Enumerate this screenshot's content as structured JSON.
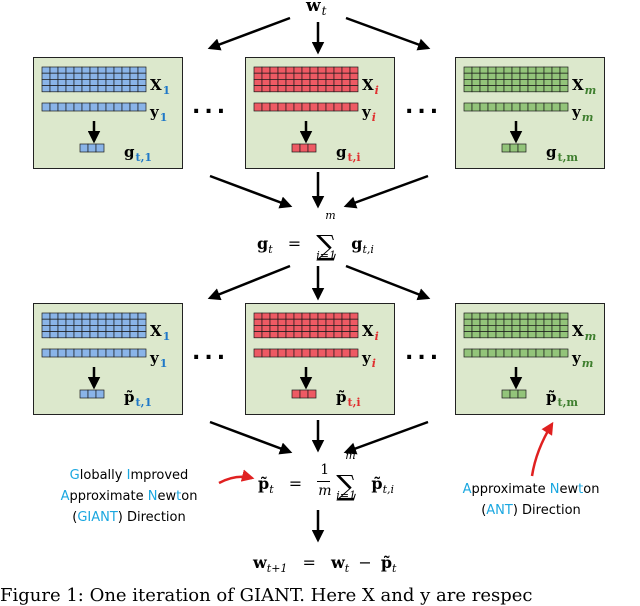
{
  "top": {
    "label": "w",
    "sub": "t"
  },
  "columns": [
    {
      "x_label": "X",
      "x_sub": "1",
      "y_label": "y",
      "y_sub": "1",
      "g_label": "g",
      "g_sub": "t,1",
      "p_label": "p̃",
      "p_sub": "t,1",
      "color": "#8ab4e8",
      "sub_color": "#1f78c8"
    },
    {
      "x_label": "X",
      "x_sub": "i",
      "y_label": "y",
      "y_sub": "i",
      "g_label": "g",
      "g_sub": "t,i",
      "p_label": "p̃",
      "p_sub": "t,i",
      "color": "#ee5a64",
      "sub_color": "#e03030"
    },
    {
      "x_label": "X",
      "x_sub": "m",
      "y_label": "y",
      "y_sub": "m",
      "g_label": "g",
      "g_sub": "t,m",
      "p_label": "p̃",
      "p_sub": "t,m",
      "color": "#93c47a",
      "sub_color": "#3f7f2f"
    }
  ],
  "dots": "...",
  "eq_g": {
    "lhs": "g",
    "lhs_sub": "t",
    "op": "=",
    "sum_top": "m",
    "sum_bot": "i=1",
    "term": "g",
    "term_sub": "t,i"
  },
  "eq_p": {
    "lhs": "p̃",
    "lhs_sub": "t",
    "op": "=",
    "frac_num": "1",
    "frac_den": "m",
    "sum_top": "m",
    "sum_bot": "i=1",
    "term": "p̃",
    "term_sub": "t,i"
  },
  "eq_w": {
    "lhs": "w",
    "lhs_sub": "t+1",
    "op": "=",
    "a": "w",
    "a_sub": "t",
    "minus": "−",
    "b": "p̃",
    "b_sub": "t"
  },
  "note_left": {
    "lines": [
      [
        "G",
        "lobally ",
        "I",
        "mproved"
      ],
      [
        "A",
        "pproximate ",
        "N",
        "ew",
        "t",
        "on"
      ],
      [
        "(",
        "GIANT",
        ") Direction",
        ""
      ]
    ]
  },
  "note_right": {
    "lines": [
      [
        "A",
        "pproximate ",
        "N",
        "ew",
        "t",
        "on"
      ],
      [
        "(",
        "ANT",
        ") Direction",
        ""
      ]
    ]
  },
  "caption": "Figure 1: One iteration of GIANT. Here X and y are respec",
  "accent": "#1aa7e0",
  "arrow_red": "#e02020"
}
